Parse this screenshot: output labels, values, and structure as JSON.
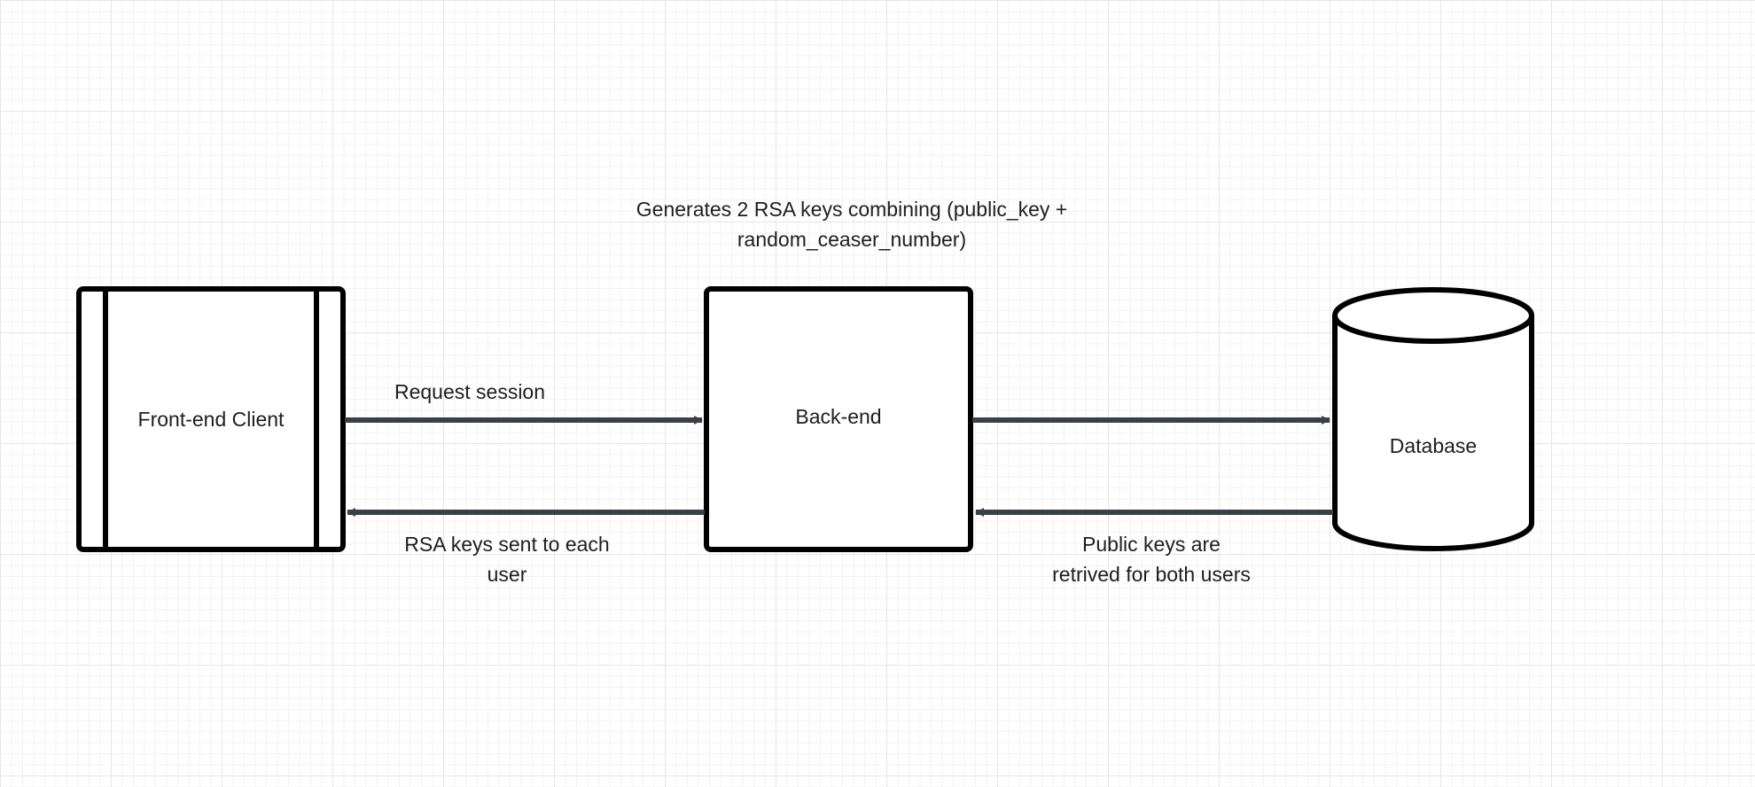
{
  "diagram": {
    "nodes": {
      "client": {
        "label": "Front-end Client",
        "shape": "subroutine-process"
      },
      "backend": {
        "label": "Back-end",
        "shape": "process"
      },
      "database": {
        "label": "Database",
        "shape": "cylinder"
      }
    },
    "annotations": {
      "generate_line1": "Generates 2 RSA keys combining (public_key +",
      "generate_line2": "random_ceaser_number)"
    },
    "edges": {
      "client_to_backend": {
        "label": "Request session",
        "direction": "right"
      },
      "backend_to_client": {
        "label_line1": "RSA keys sent to each",
        "label_line2": "user",
        "direction": "left"
      },
      "backend_to_database": {
        "label": "",
        "direction": "right"
      },
      "database_to_backend": {
        "label_line1": "Public keys are",
        "label_line2": "retrived for both users",
        "direction": "left"
      }
    },
    "colors": {
      "shape_stroke": "#000000",
      "arrow": "#3a4048",
      "text": "#1e1e1e",
      "grid_major": "#e6e6e6",
      "grid_minor": "#f3f3f3"
    }
  }
}
